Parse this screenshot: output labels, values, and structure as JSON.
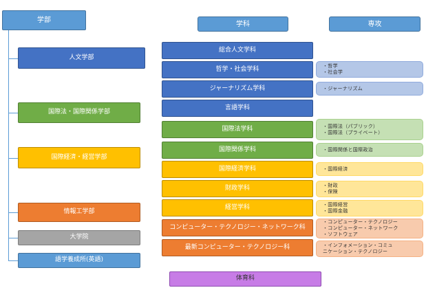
{
  "headers": {
    "faculty": "学部",
    "department": "学科",
    "specialization": "専攻"
  },
  "faculties": [
    {
      "label": "人文学部"
    },
    {
      "label": "国際法・国際関係学部"
    },
    {
      "label": "国際経済・経営学部"
    },
    {
      "label": "情報工学部"
    },
    {
      "label": "大学院"
    },
    {
      "label": "語学養成所(英語)"
    }
  ],
  "departments": [
    {
      "label": "総合人文学科"
    },
    {
      "label": "哲学・社会学科"
    },
    {
      "label": "ジャーナリズム学科"
    },
    {
      "label": "言語学科"
    },
    {
      "label": "国際法学科"
    },
    {
      "label": "国際関係学科"
    },
    {
      "label": "国際経済学科"
    },
    {
      "label": "財政学科"
    },
    {
      "label": "経営学科"
    },
    {
      "label": "コンピューター・テクノロジー・ネットワーク科"
    },
    {
      "label": "最新コンピューター・テクノロジー科"
    },
    {
      "label": "体育科"
    }
  ],
  "specializations": [
    {
      "lines": [
        "・哲学",
        "・社会学"
      ]
    },
    {
      "lines": [
        "・ジャーナリズム"
      ]
    },
    {
      "lines": [
        "・国際法（パブリック）",
        "・国際法（プライベート）"
      ]
    },
    {
      "lines": [
        "・国際関係と国際政治"
      ]
    },
    {
      "lines": [
        "・国際経済"
      ]
    },
    {
      "lines": [
        "・財政",
        "・保険"
      ]
    },
    {
      "lines": [
        "・国際経営",
        "・国際金融"
      ]
    },
    {
      "lines": [
        "・コンピューター・テクノロジー",
        "・コンピューター・ネットワーク",
        "・ソフトウェア"
      ]
    },
    {
      "lines": [
        "・インフォメーション・コミュ",
        "ニケーション・テクノロジー"
      ]
    }
  ]
}
